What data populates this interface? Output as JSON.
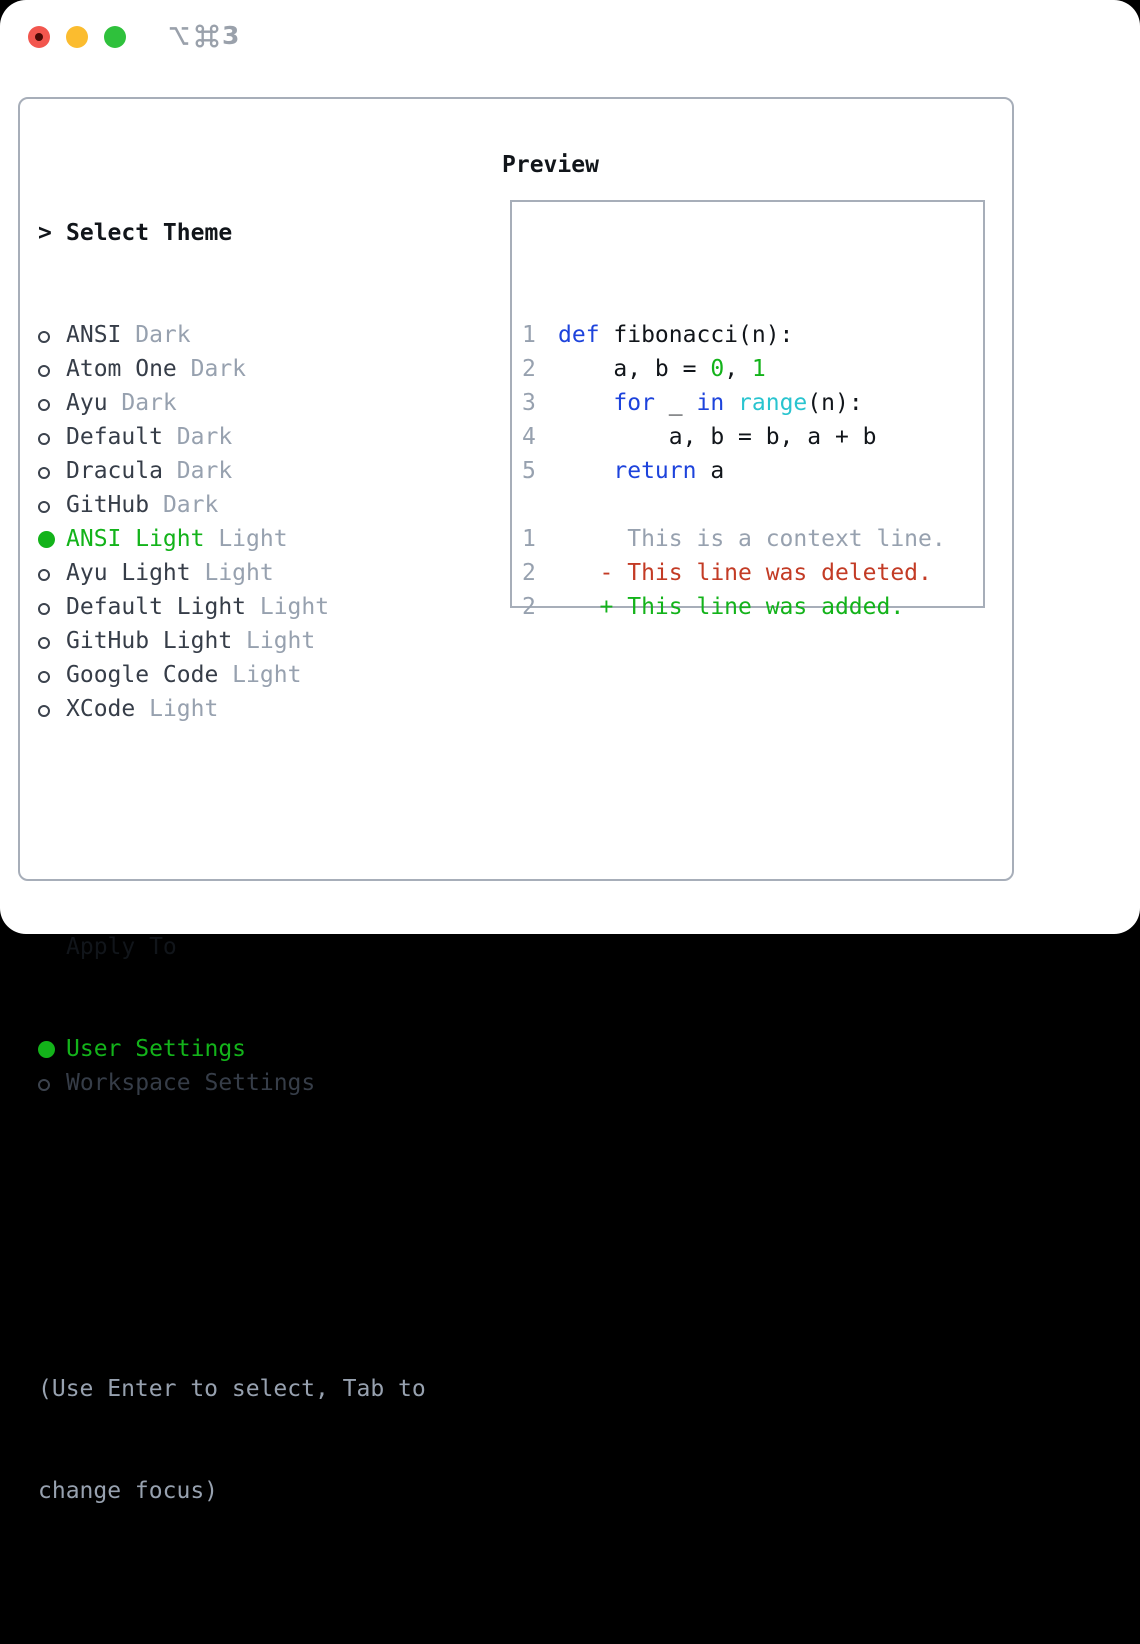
{
  "window": {
    "title_glyphs": [
      "option-key",
      "command-key"
    ],
    "title_number": "3",
    "traffic_lights": [
      "close",
      "minimize",
      "zoom"
    ]
  },
  "theme_list": {
    "header_prefix": ">",
    "header": "Select Theme",
    "items": [
      {
        "name": "ANSI",
        "variant": "Dark",
        "selected": false
      },
      {
        "name": "Atom One",
        "variant": "Dark",
        "selected": false
      },
      {
        "name": "Ayu",
        "variant": "Dark",
        "selected": false
      },
      {
        "name": "Default",
        "variant": "Dark",
        "selected": false
      },
      {
        "name": "Dracula",
        "variant": "Dark",
        "selected": false
      },
      {
        "name": "GitHub",
        "variant": "Dark",
        "selected": false
      },
      {
        "name": "ANSI Light",
        "variant": "Light",
        "selected": true
      },
      {
        "name": "Ayu Light",
        "variant": "Light",
        "selected": false
      },
      {
        "name": "Default Light",
        "variant": "Light",
        "selected": false
      },
      {
        "name": "GitHub Light",
        "variant": "Light",
        "selected": false
      },
      {
        "name": "Google Code",
        "variant": "Light",
        "selected": false
      },
      {
        "name": "XCode",
        "variant": "Light",
        "selected": false
      }
    ]
  },
  "apply_to": {
    "header": "Apply To",
    "options": [
      {
        "label": "User Settings",
        "selected": true
      },
      {
        "label": "Workspace Settings",
        "selected": false
      }
    ]
  },
  "help": {
    "lines": [
      "(Use Enter to select, Tab to",
      "change focus)"
    ]
  },
  "preview": {
    "title": "Preview",
    "code_lines": [
      {
        "num": "1",
        "tokens": [
          [
            "kw",
            "def"
          ],
          [
            "fg",
            " fibonacci(n):"
          ]
        ]
      },
      {
        "num": "2",
        "tokens": [
          [
            "fg",
            "    a, b = "
          ],
          [
            "num",
            "0"
          ],
          [
            "fg",
            ", "
          ],
          [
            "num",
            "1"
          ]
        ]
      },
      {
        "num": "3",
        "tokens": [
          [
            "fg",
            "    "
          ],
          [
            "kw",
            "for"
          ],
          [
            "fg",
            " _ "
          ],
          [
            "kw",
            "in"
          ],
          [
            "fg",
            " "
          ],
          [
            "builtin",
            "range"
          ],
          [
            "fg",
            "(n):"
          ]
        ]
      },
      {
        "num": "4",
        "tokens": [
          [
            "fg",
            "        a, b = b, a + b"
          ]
        ]
      },
      {
        "num": "5",
        "tokens": [
          [
            "fg",
            "    "
          ],
          [
            "kw",
            "return"
          ],
          [
            "fg",
            " a"
          ]
        ]
      },
      {
        "num": "",
        "tokens": []
      },
      {
        "num": "1",
        "tokens": [
          [
            "ctx",
            "     This is a context line."
          ]
        ]
      },
      {
        "num": "2",
        "tokens": [
          [
            "del",
            "   - This line was deleted."
          ]
        ]
      },
      {
        "num": "2",
        "tokens": [
          [
            "add",
            "   + This line was added."
          ]
        ]
      }
    ]
  },
  "colors": {
    "accent_green": "#13b31a",
    "keyword_blue": "#1d43dc",
    "builtin_cyan": "#29c4cf",
    "deleted_red": "#c33b25",
    "muted_gray": "#97a1af",
    "border_gray": "#a7aeb9",
    "traffic_red": "#f2564e",
    "traffic_yellow": "#fbbc2f",
    "traffic_green": "#2fc13c"
  }
}
